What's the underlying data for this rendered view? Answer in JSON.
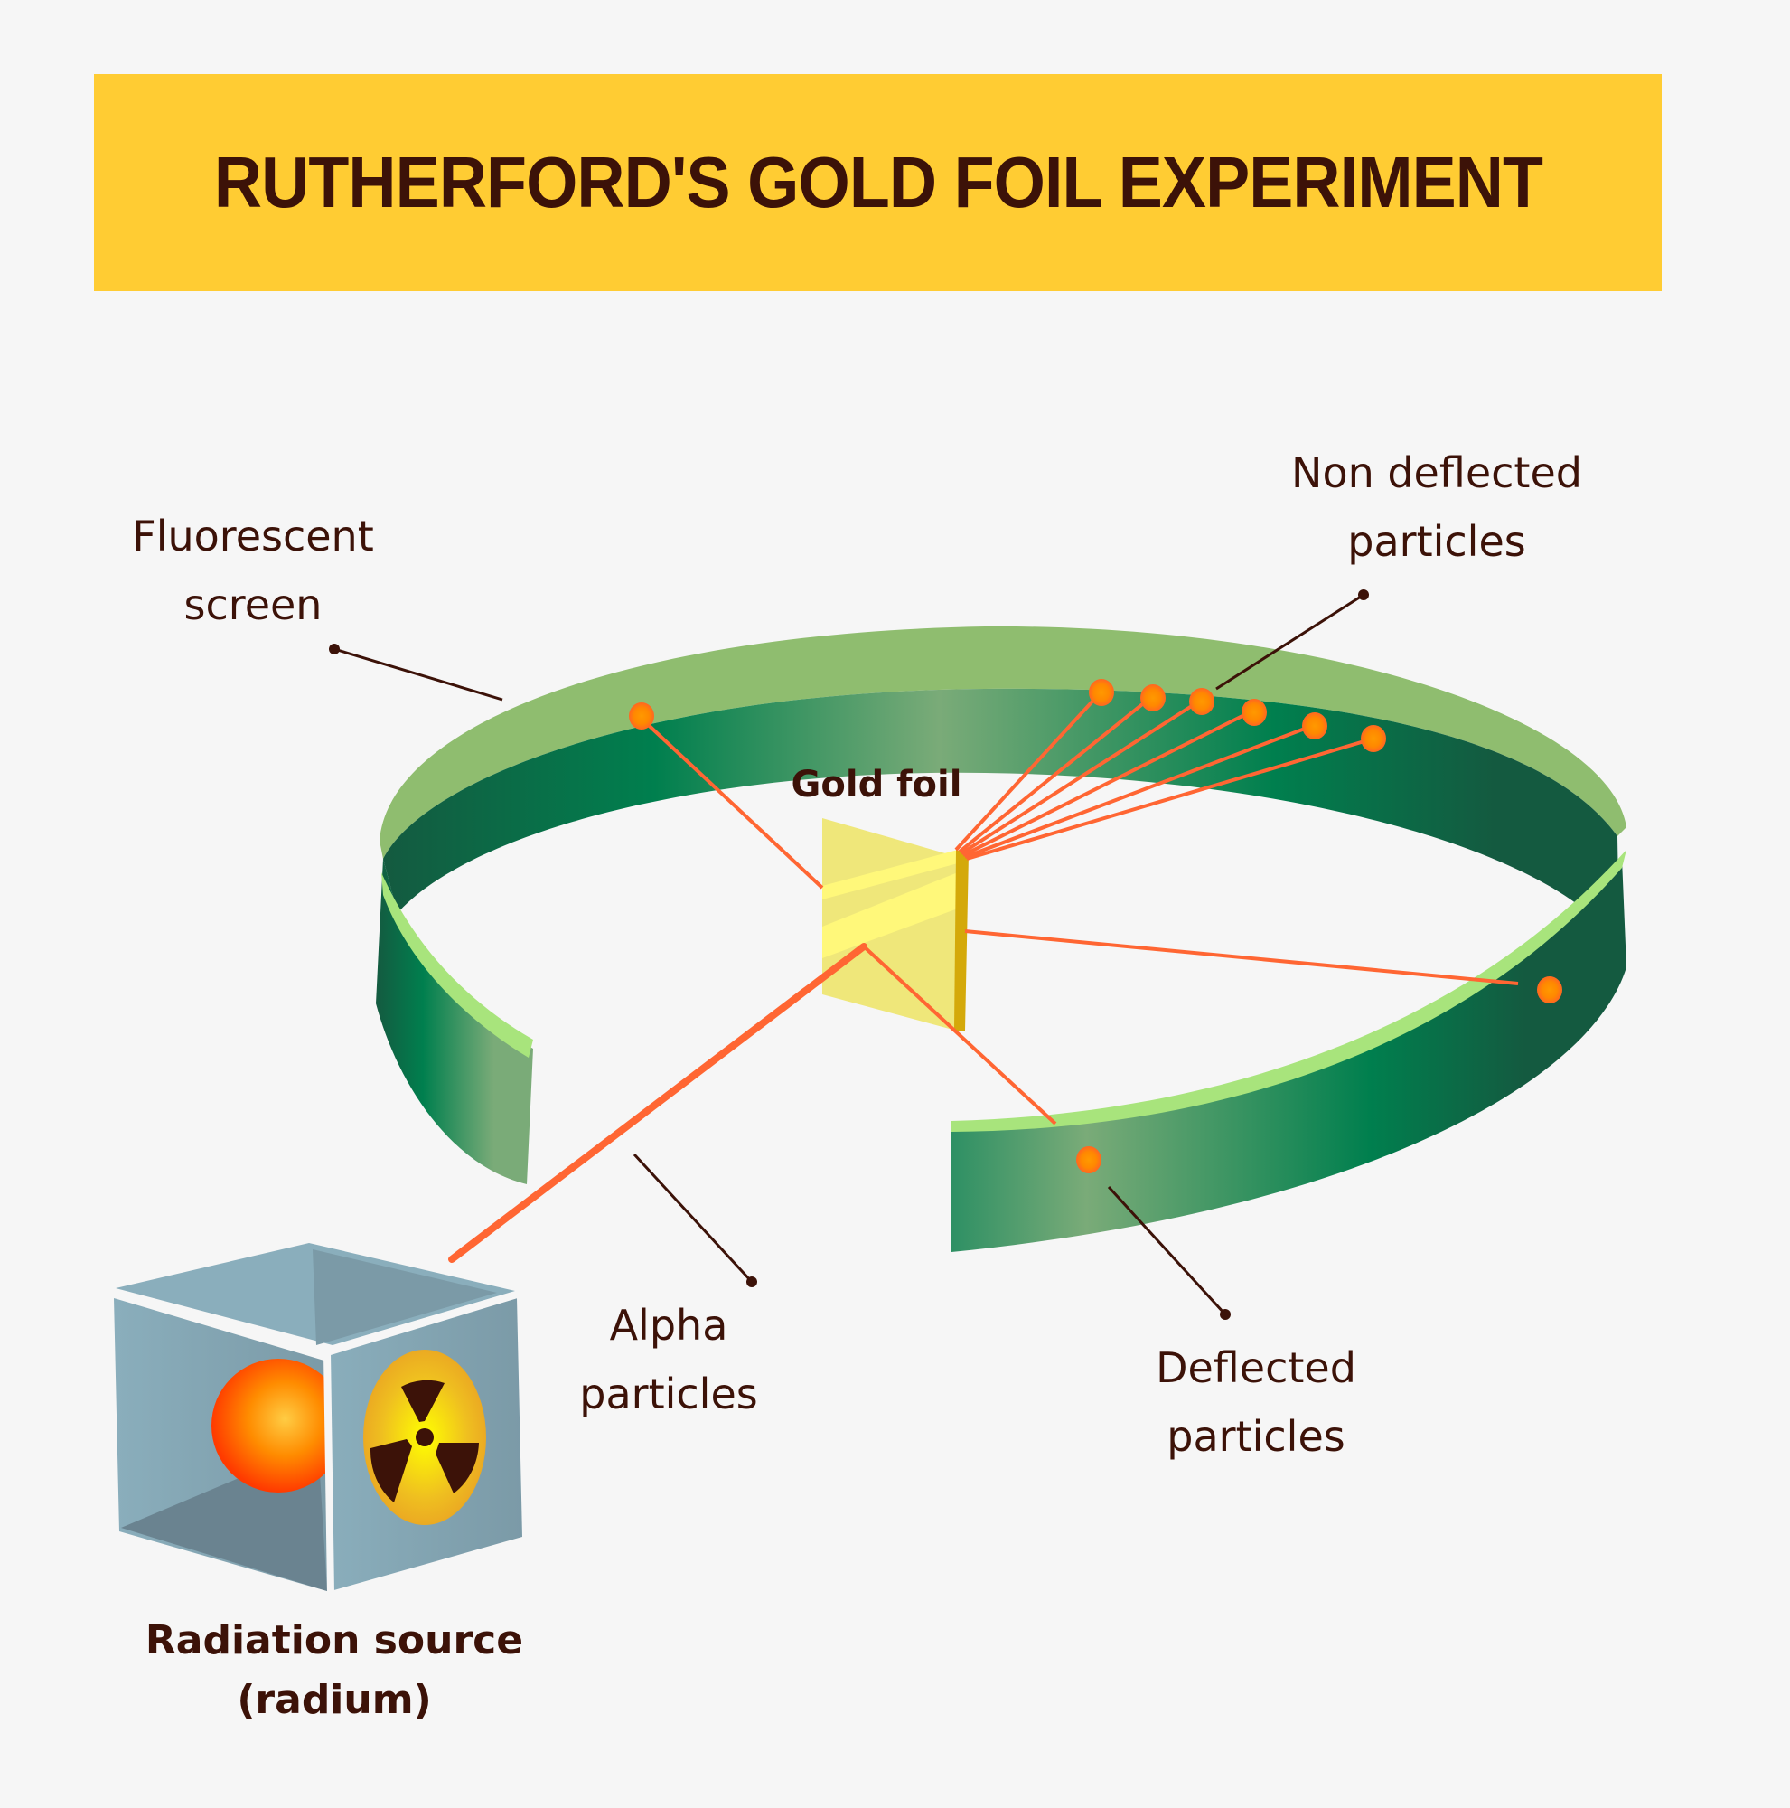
{
  "title": "RUTHERFORD'S GOLD FOIL EXPERIMENT",
  "labels": {
    "fluorescent_screen": [
      "Fluorescent",
      "screen"
    ],
    "non_deflected": [
      "Non deflected",
      "particles"
    ],
    "gold_foil": "Gold foil",
    "alpha_particles": [
      "Alpha",
      "particles"
    ],
    "deflected": [
      "Deflected",
      "particles"
    ],
    "radiation_source": [
      "Radiation source",
      "(radium)"
    ]
  },
  "icons": {
    "radiation_symbol": "radiation-trefoil",
    "radium_sphere": "sphere"
  },
  "colors": {
    "background": "#f6f6f6",
    "banner": "#ffcc33",
    "text": "#3c1208",
    "beam": "#ff6633",
    "screen_dark": "#145a40",
    "screen_mid": "#007f4e",
    "screen_light": "#7aab78",
    "screen_rim": "#a8e47c",
    "foil": "#efe77a",
    "foil_edge": "#d4a90a",
    "box": "#8aaebc",
    "box_dark": "#6a8390"
  }
}
